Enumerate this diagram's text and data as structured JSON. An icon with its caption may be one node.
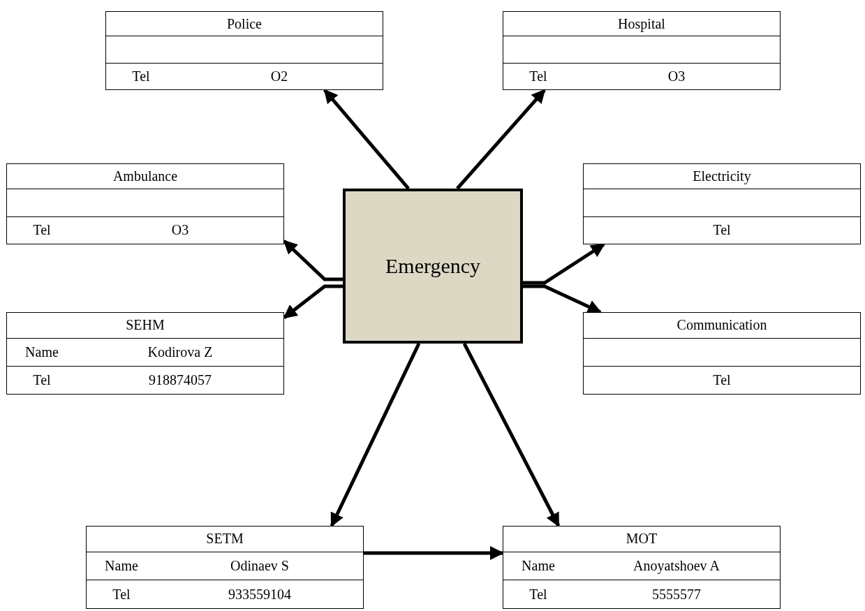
{
  "diagram": {
    "nodes": [
      {
        "text": [
          "Police",
          "Tel",
          "O2"
        ]
      },
      {
        "text": [
          "Hospital",
          "Tel",
          "O3"
        ]
      },
      {
        "text": [
          "Ambulance",
          "Tel",
          "O3"
        ]
      },
      {
        "text": [
          "Emergency"
        ]
      },
      {
        "text": [
          "Electricity",
          "Tel"
        ]
      },
      {
        "text": [
          "SEHM",
          "Name",
          "Kodirova Z",
          "Tel",
          "918874057"
        ]
      },
      {
        "text": [
          "Communication",
          "Tel"
        ]
      },
      {
        "text": [
          "SETM",
          "Name",
          "Odinaev S",
          "Tel",
          "933559104"
        ]
      },
      {
        "text": [
          "MOT",
          "Name",
          "Anoyatshoev A",
          "Tel",
          "5555577"
        ]
      }
    ],
    "edges": [
      {
        "from": 3,
        "to": 0,
        "arrow": "to"
      },
      {
        "from": 3,
        "to": 1,
        "arrow": "to"
      },
      {
        "from": 3,
        "to": 2,
        "arrow": "to"
      },
      {
        "from": 3,
        "to": 5,
        "arrow": "to"
      },
      {
        "from": 3,
        "to": 4,
        "arrow": "to"
      },
      {
        "from": 3,
        "to": 6,
        "arrow": "to"
      },
      {
        "from": 3,
        "to": 7,
        "arrow": "to"
      },
      {
        "from": 3,
        "to": 8,
        "arrow": "to"
      },
      {
        "from": 7,
        "to": 8,
        "arrow": "to"
      }
    ]
  }
}
